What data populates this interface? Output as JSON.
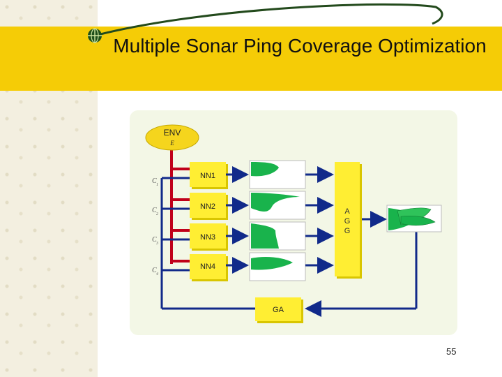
{
  "slide": {
    "title": "Multiple Sonar Ping Coverage Optimization",
    "page_number": "55"
  },
  "diagram": {
    "env_label": "ENV",
    "env_sub": "E",
    "nodes": [
      "NN1",
      "NN2",
      "NN3",
      "NN4"
    ],
    "inputs": [
      "C",
      "C",
      "C",
      "C"
    ],
    "input_subs": [
      "1",
      "2",
      "3",
      "4"
    ],
    "agg_letters": [
      "A",
      "G",
      "G"
    ],
    "ga_label": "GA"
  },
  "colors": {
    "title_band": "#f5cc06",
    "node_fill": "#ffee33",
    "env_fill": "#f5d51d",
    "red_line": "#c0001a",
    "blue_line": "#112a8a",
    "coverage_green": "#19b34c"
  }
}
